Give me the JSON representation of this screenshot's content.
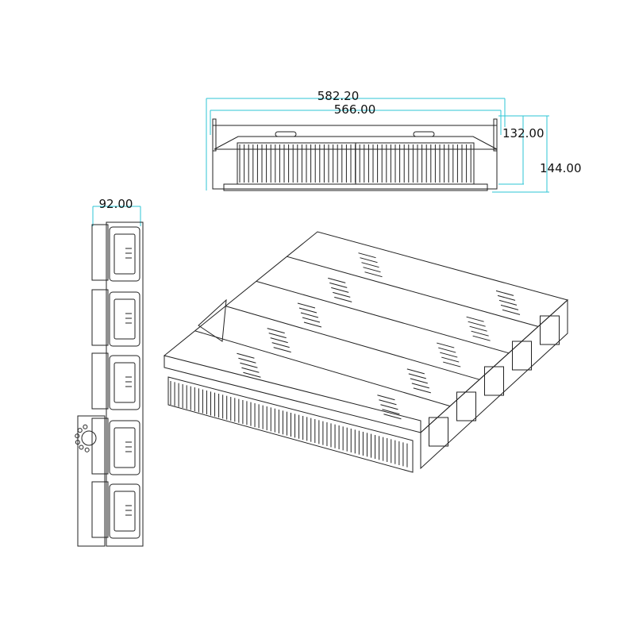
{
  "dimensions": {
    "overall_width": "582.20",
    "inner_width": "566.00",
    "inner_height": "132.00",
    "overall_height": "144.00",
    "side_depth": "92.00"
  },
  "colors": {
    "dimension_line": "#2cc6d6",
    "outline": "#222222"
  },
  "views": [
    "front-view",
    "side-view",
    "isometric-view"
  ]
}
